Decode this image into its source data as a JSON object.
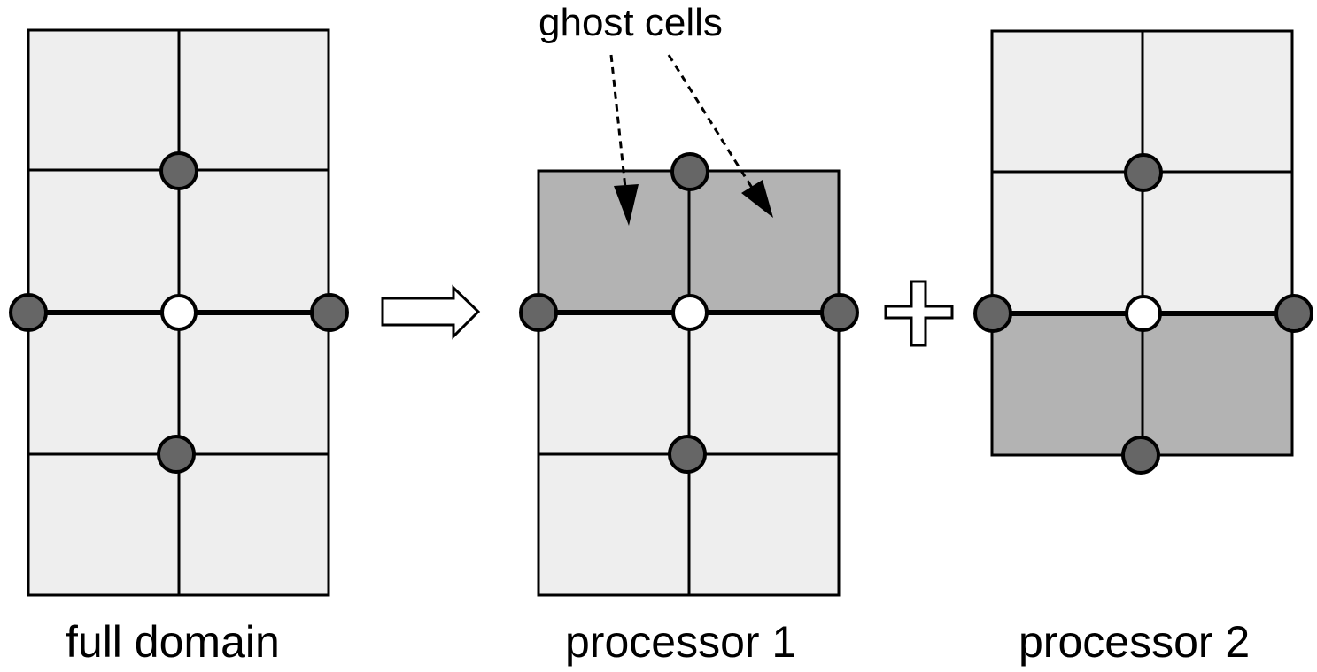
{
  "labels": {
    "ghost_cells": "ghost cells",
    "full_domain": "full domain",
    "processor1": "processor 1",
    "processor2": "processor 2"
  },
  "colors": {
    "cell_fill": "#eeeeee",
    "ghost_fill": "#b3b3b3",
    "node_dark": "#666666",
    "node_light": "#ffffff",
    "stroke": "#000000"
  }
}
